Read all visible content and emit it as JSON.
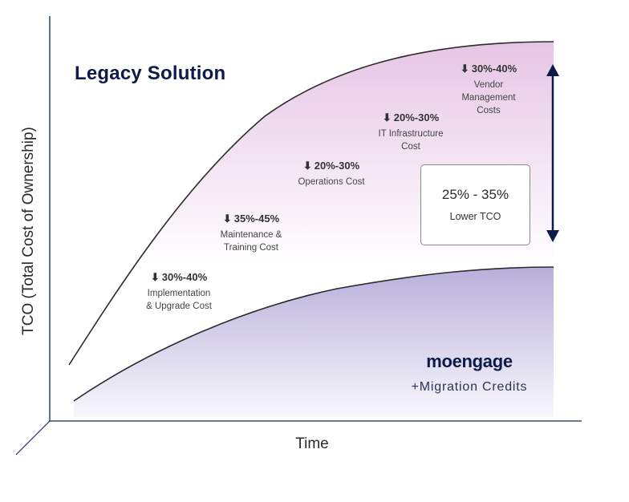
{
  "chart_data": {
    "type": "area",
    "title": "",
    "xlabel": "Time",
    "ylabel": "TCO (Total Cost of Ownership)",
    "series": [
      {
        "name": "Legacy Solution",
        "color": "#e6c7e6",
        "points": [
          [
            86,
            455
          ],
          [
            200,
            290
          ],
          [
            300,
            165
          ],
          [
            400,
            100
          ],
          [
            500,
            65
          ],
          [
            600,
            52
          ],
          [
            690,
            52
          ]
        ]
      },
      {
        "name": "moengage +Migration Credits",
        "color": "#b9b0db",
        "points": [
          [
            92,
            500
          ],
          [
            200,
            435
          ],
          [
            300,
            395
          ],
          [
            400,
            365
          ],
          [
            500,
            347
          ],
          [
            600,
            336
          ],
          [
            690,
            333
          ]
        ]
      }
    ],
    "annotations": [
      {
        "reduction": "30%-40%",
        "label": "Implementation & Upgrade Cost"
      },
      {
        "reduction": "35%-45%",
        "label": "Maintenance & Training Cost"
      },
      {
        "reduction": "20%-30%",
        "label": "Operations Cost"
      },
      {
        "reduction": "20%-30%",
        "label": "IT Infrastructure Cost"
      },
      {
        "reduction": "30%-40%",
        "label": "Vendor Management Costs"
      }
    ],
    "summary": {
      "range": "25% - 35%",
      "label": "Lower TCO"
    },
    "grid": false,
    "legend": "none"
  },
  "labels": {
    "legacy_title": "Legacy Solution",
    "y_axis": "TCO (Total Cost of Ownership)",
    "x_axis": "Time",
    "brand": "moengage",
    "brand_sub": "+Migration Credits",
    "arrow_glyph": "⬇"
  },
  "notes": [
    {
      "pct": "30%-40%",
      "line1": "Implementation",
      "line2": "& Upgrade Cost",
      "line3": ""
    },
    {
      "pct": "35%-45%",
      "line1": "Maintenance &",
      "line2": "Training Cost",
      "line3": ""
    },
    {
      "pct": "20%-30%",
      "line1": "Operations Cost",
      "line2": "",
      "line3": ""
    },
    {
      "pct": "20%-30%",
      "line1": "IT Infrastructure",
      "line2": "Cost",
      "line3": ""
    },
    {
      "pct": "30%-40%",
      "line1": "Vendor",
      "line2": "Management",
      "line3": "Costs"
    }
  ],
  "tco_box": {
    "range": "25% - 35%",
    "label": "Lower TCO"
  },
  "colors": {
    "navy": "#0d1b4a",
    "axis": "#3d4a73",
    "legacy_fill": "#e6c7e6",
    "moengage_fill": "#b9b0db"
  }
}
